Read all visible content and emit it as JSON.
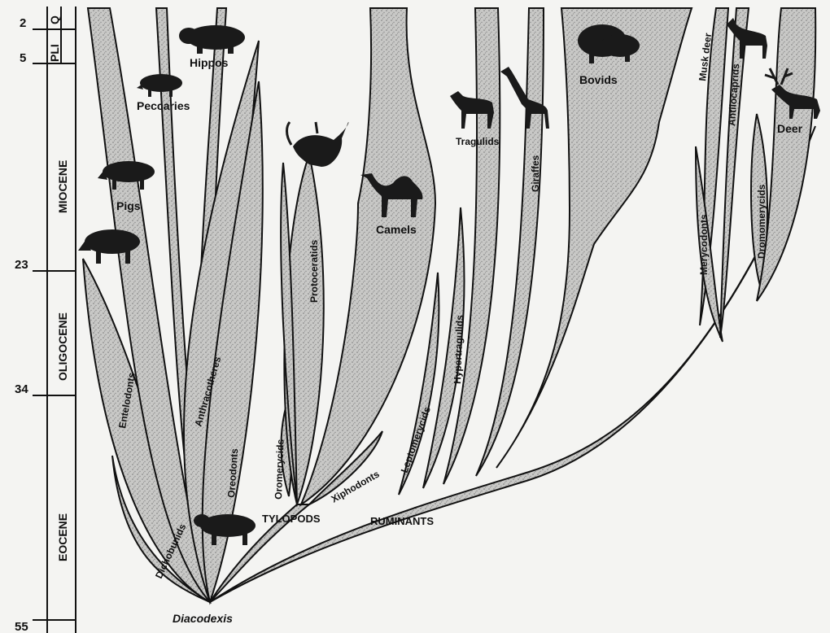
{
  "timescale": {
    "ages": [
      "2",
      "5",
      "23",
      "34",
      "55"
    ],
    "epochs": [
      "Q",
      "PLI",
      "MIOCENE",
      "OLIGOCENE",
      "EOCENE"
    ]
  },
  "groups": {
    "tylopods": "TYLOPODS",
    "ruminants": "RUMINANTS"
  },
  "root_label": "Diacodexis",
  "taxa": {
    "hippos": "Hippos",
    "peccaries": "Peccaries",
    "pigs": "Pigs",
    "entelodonts": "Entelodonts",
    "dichobunids": "Dichobunids",
    "anthracotheres": "Anthracotheres",
    "oreodonts": "Oreodonts",
    "oromerycids": "Oromerycids",
    "protoceratids": "Protoceratids",
    "xiphodonts": "Xiphodonts",
    "camels": "Camels",
    "leptomerycids": "Leptomerycids",
    "hypertragulids": "Hypertragulids",
    "tragulids": "Tragulids",
    "giraffes": "Giraffes",
    "bovids": "Bovids",
    "musk_deer": "Musk deer",
    "merycodonts": "Merycodonts",
    "antilocaprids": "Antilocaprids",
    "dromomerycids": "Dromomerycids",
    "deer": "Deer"
  },
  "colors": {
    "stipple": "#bdbdbd",
    "ink": "#111111",
    "paper": "#f4f4f2"
  }
}
